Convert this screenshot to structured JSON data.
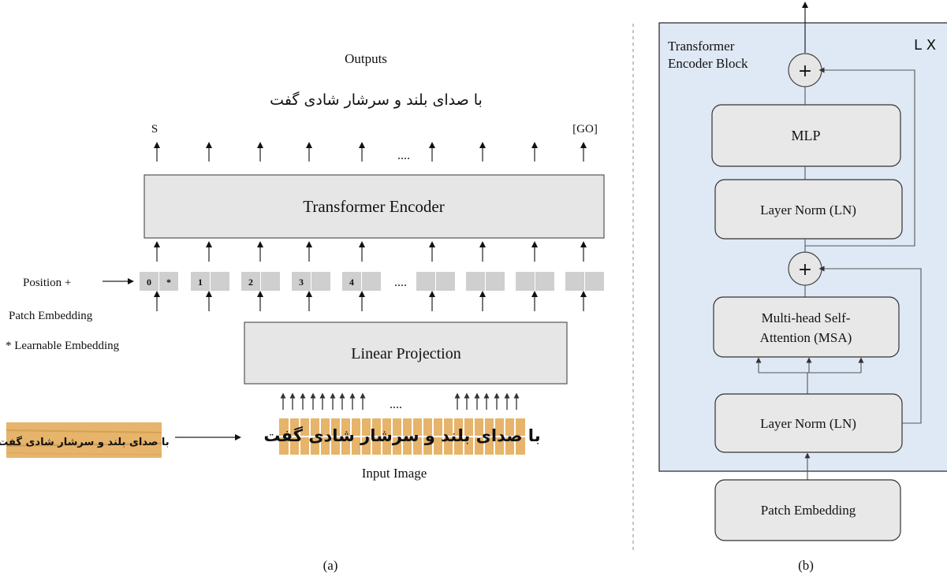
{
  "panel_a": {
    "outputs_label": "Outputs",
    "output_text": "با صدای بلند و سرشار شادی گفت",
    "first_token": "S",
    "last_token": "[GO]",
    "ellipsis": "....",
    "encoder_label": "Transformer Encoder",
    "position_label": "Position +",
    "patch_embedding_label": "Patch Embedding",
    "learnable_label": "* Learnable Embedding",
    "patch_numbers": [
      "0",
      "*",
      "1",
      "2",
      "3",
      "4"
    ],
    "projection_label": "Linear Projection",
    "input_word_image_text": "با صدای بلند و سرشار شادی گفت",
    "input_label": "Input Image",
    "caption": "(a)"
  },
  "panel_b": {
    "block_title_line1": "Transformer",
    "block_title_line2": "Encoder Block",
    "repeat_label": "L X",
    "plus_symbol": "+",
    "mlp_label": "MLP",
    "layer_norm_label": "Layer Norm (LN)",
    "msa_line1": "Multi-head Self-",
    "msa_line2": "Attention (MSA)",
    "patch_embedding_label": "Patch Embedding",
    "caption": "(b)"
  },
  "colors": {
    "block_background": "#dfe9f5",
    "box_fill": "#e6e6e6",
    "wood": "#e6b46a"
  }
}
